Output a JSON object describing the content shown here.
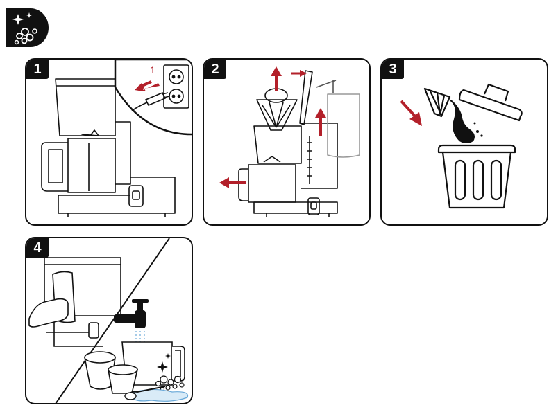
{
  "section_badge": {
    "icon": "cleaning-sparkle-bubbles-icon",
    "background": "#111111"
  },
  "steps": [
    {
      "number": "1",
      "icon": "unplug-power-cord-icon",
      "callout": "1"
    },
    {
      "number": "2",
      "icon": "remove-parts-icon"
    },
    {
      "number": "3",
      "icon": "discard-grounds-trash-icon"
    },
    {
      "number": "4",
      "icon": "wipe-and-wash-icon"
    }
  ],
  "colors": {
    "accent": "#b3202a",
    "ink": "#111111"
  }
}
